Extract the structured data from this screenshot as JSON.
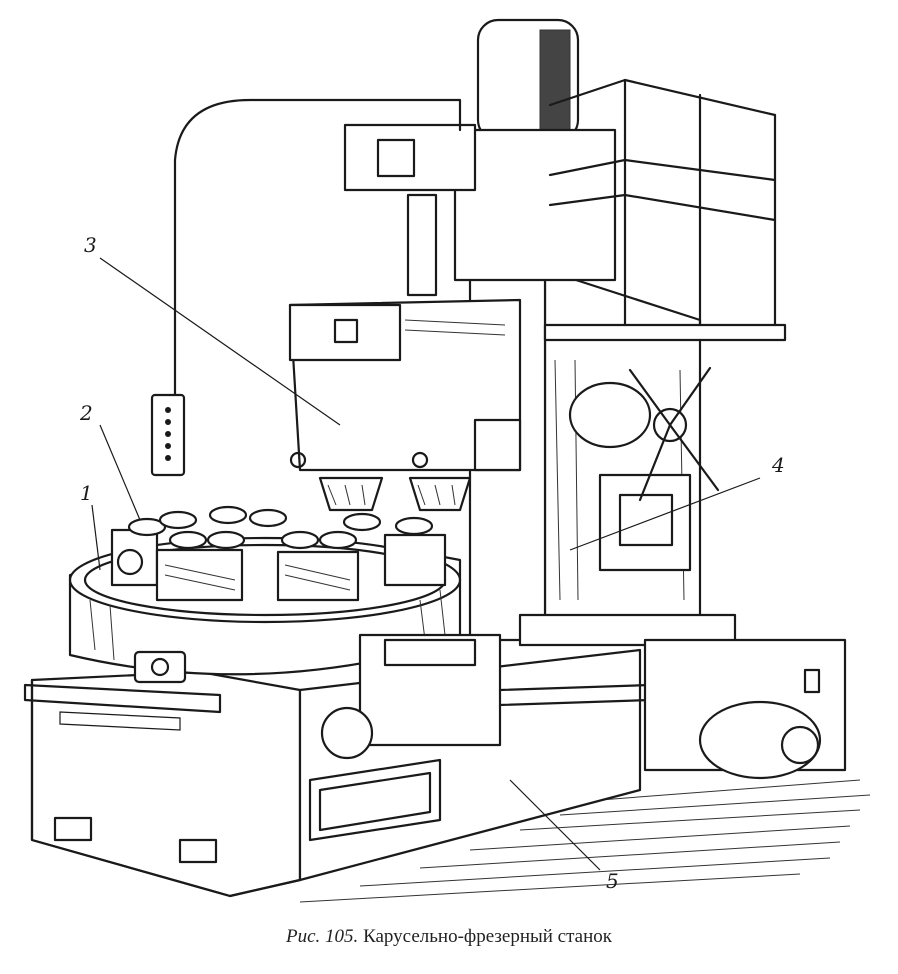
{
  "caption": {
    "prefix": "Рис. 105.",
    "title": "Карусельно-фрезерный станок"
  },
  "callouts": [
    {
      "id": "1",
      "text": "1"
    },
    {
      "id": "2",
      "text": "2"
    },
    {
      "id": "3",
      "text": "3"
    },
    {
      "id": "4",
      "text": "4"
    },
    {
      "id": "5",
      "text": "5"
    }
  ],
  "colors": {
    "ink": "#1a1a1a",
    "paper": "#ffffff"
  }
}
